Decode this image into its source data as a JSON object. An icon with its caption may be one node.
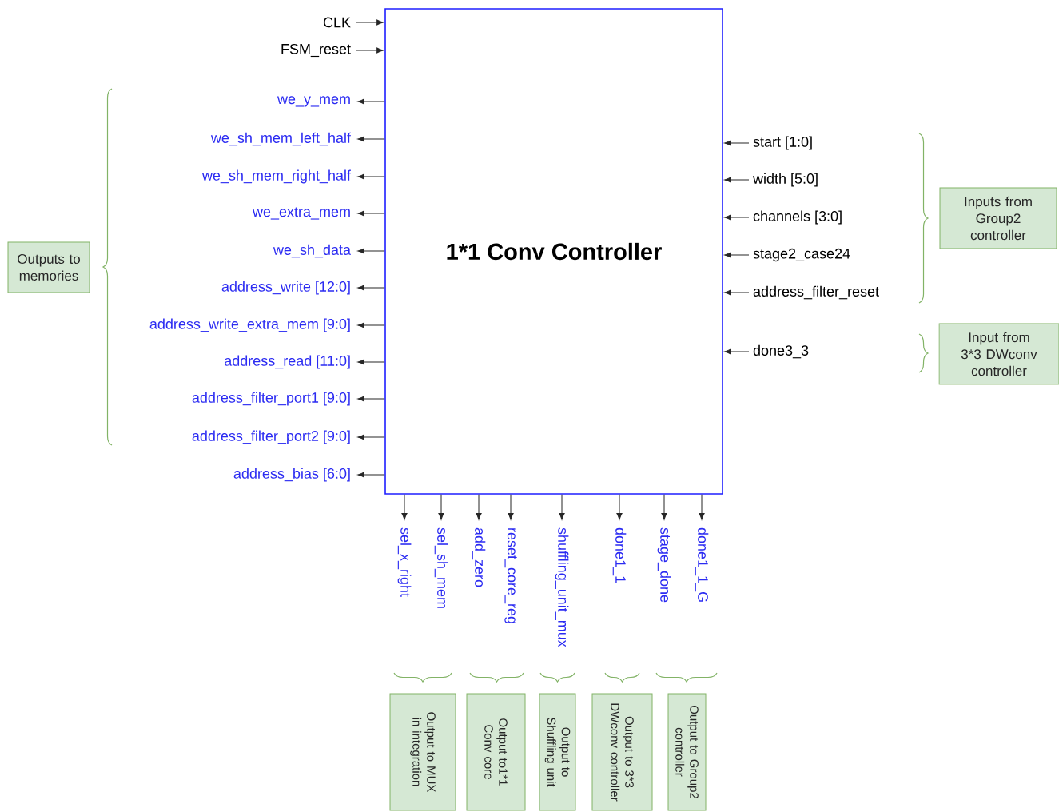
{
  "diagram": {
    "nodes": [
      {
        "text": [
          "1*1 Conv Controller"
        ]
      },
      {
        "text": [
          "CLK"
        ]
      },
      {
        "text": [
          "FSM_reset"
        ]
      },
      {
        "text": [
          "we_y_mem"
        ]
      },
      {
        "text": [
          "we_sh_mem_left_half"
        ]
      },
      {
        "text": [
          "we_sh_mem_right_half"
        ]
      },
      {
        "text": [
          "we_extra_mem"
        ]
      },
      {
        "text": [
          "we_sh_data"
        ]
      },
      {
        "text": [
          "address_write [12:0]"
        ]
      },
      {
        "text": [
          "address_write_extra_mem [9:0]"
        ]
      },
      {
        "text": [
          "address_read [11:0]"
        ]
      },
      {
        "text": [
          "address_filter_port1 [9:0]"
        ]
      },
      {
        "text": [
          "address_filter_port2 [9:0]"
        ]
      },
      {
        "text": [
          "address_bias [6:0]"
        ]
      },
      {
        "text": [
          "start [1:0]"
        ]
      },
      {
        "text": [
          "width [5:0]"
        ]
      },
      {
        "text": [
          "channels [3:0]"
        ]
      },
      {
        "text": [
          "stage2_case24"
        ]
      },
      {
        "text": [
          "address_filter_reset"
        ]
      },
      {
        "text": [
          "done3_3"
        ]
      },
      {
        "text": [
          "sel_x_right"
        ]
      },
      {
        "text": [
          "sel_sh_mem"
        ]
      },
      {
        "text": [
          "add_zero"
        ]
      },
      {
        "text": [
          "reset_core_reg"
        ]
      },
      {
        "text": [
          "shuffling_unit_mux"
        ]
      },
      {
        "text": [
          "done1_1"
        ]
      },
      {
        "text": [
          "stage_done"
        ]
      },
      {
        "text": [
          "done1_1_G"
        ]
      },
      {
        "text": [
          "Outputs to memories"
        ]
      },
      {
        "text": [
          "Inputs from Group2 controller"
        ]
      },
      {
        "text": [
          "Input from 3*3 DWconv controller"
        ]
      },
      {
        "text": [
          "Output to MUX in integration"
        ]
      },
      {
        "text": [
          "Output to1*1 Conv core"
        ]
      },
      {
        "text": [
          "Output to Shuffling unit"
        ]
      },
      {
        "text": [
          "Output to 3*3 DWconv controller"
        ]
      },
      {
        "text": [
          "Output to Group2 controller"
        ]
      }
    ],
    "edges": [
      {
        "from": 1,
        "to": 0,
        "arrow": "to"
      },
      {
        "from": 2,
        "to": 0,
        "arrow": "to"
      },
      {
        "from": 0,
        "to": 3,
        "arrow": "to"
      },
      {
        "from": 0,
        "to": 4,
        "arrow": "to"
      },
      {
        "from": 0,
        "to": 5,
        "arrow": "to"
      },
      {
        "from": 0,
        "to": 6,
        "arrow": "to"
      },
      {
        "from": 0,
        "to": 7,
        "arrow": "to"
      },
      {
        "from": 0,
        "to": 8,
        "arrow": "to"
      },
      {
        "from": 0,
        "to": 9,
        "arrow": "to"
      },
      {
        "from": 0,
        "to": 10,
        "arrow": "to"
      },
      {
        "from": 0,
        "to": 11,
        "arrow": "to"
      },
      {
        "from": 0,
        "to": 12,
        "arrow": "to"
      },
      {
        "from": 0,
        "to": 13,
        "arrow": "to"
      },
      {
        "from": 14,
        "to": 0,
        "arrow": "to"
      },
      {
        "from": 15,
        "to": 0,
        "arrow": "to"
      },
      {
        "from": 16,
        "to": 0,
        "arrow": "to"
      },
      {
        "from": 17,
        "to": 0,
        "arrow": "to"
      },
      {
        "from": 18,
        "to": 0,
        "arrow": "to"
      },
      {
        "from": 19,
        "to": 0,
        "arrow": "to"
      },
      {
        "from": 0,
        "to": 20,
        "arrow": "to"
      },
      {
        "from": 0,
        "to": 21,
        "arrow": "to"
      },
      {
        "from": 0,
        "to": 22,
        "arrow": "to"
      },
      {
        "from": 0,
        "to": 23,
        "arrow": "to"
      },
      {
        "from": 0,
        "to": 24,
        "arrow": "to"
      },
      {
        "from": 0,
        "to": 25,
        "arrow": "to"
      },
      {
        "from": 0,
        "to": 26,
        "arrow": "to"
      },
      {
        "from": 0,
        "to": 27,
        "arrow": "to"
      }
    ]
  }
}
